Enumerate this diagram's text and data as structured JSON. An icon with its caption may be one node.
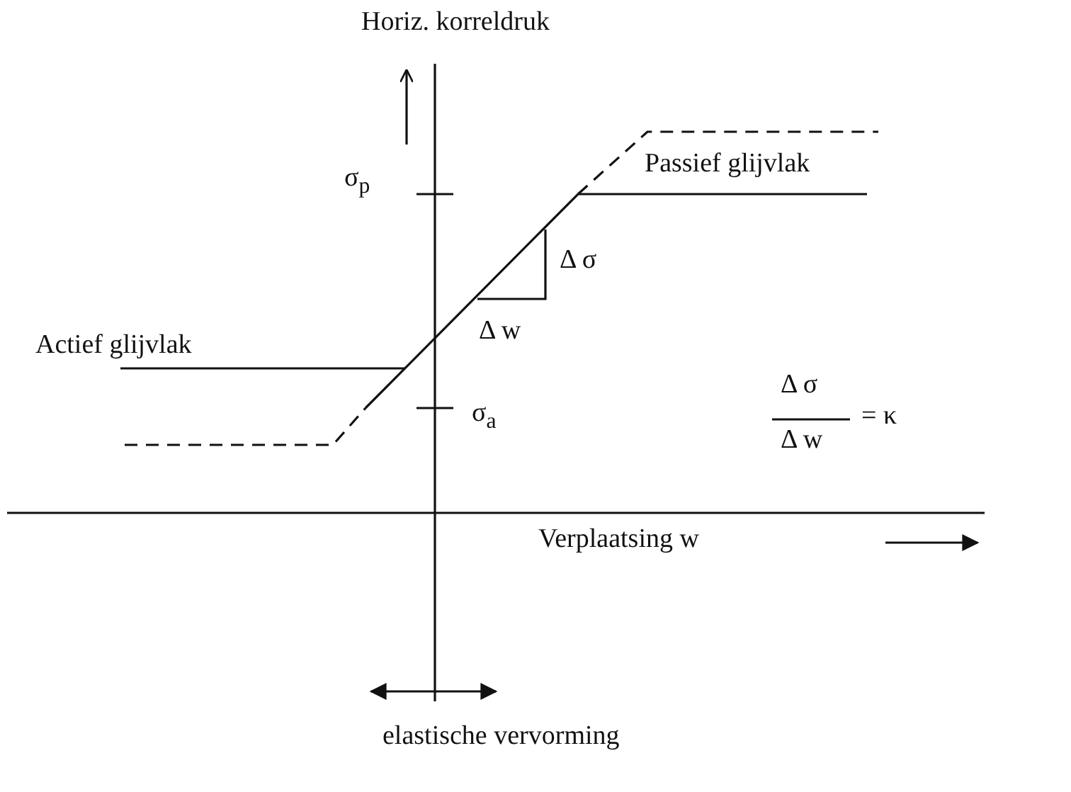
{
  "diagram": {
    "labels": [
      "Horiz. korreldruk",
      "σ$_{p}$",
      "Passief glijvlak",
      "Δ σ",
      "Δ w",
      "Δ σ",
      "Actief glijvlak",
      "σ$_{a}$",
      "Δ w",
      "= κ",
      "Verplaatsing w",
      "elastische vervorming"
    ]
  }
}
